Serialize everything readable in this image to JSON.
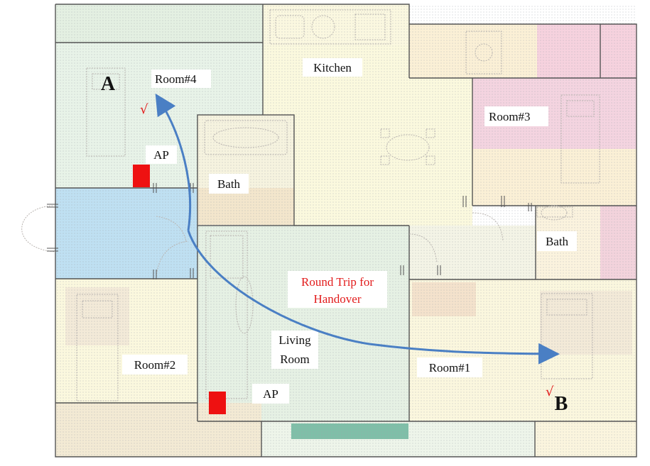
{
  "labels": {
    "kitchen": "Kitchen",
    "room4": "Room#4",
    "room3": "Room#3",
    "room2": "Room#2",
    "room1": "Room#1",
    "bath_top": "Bath",
    "bath_right": "Bath",
    "living_line1": "Living",
    "living_line2": "Room",
    "ap_top": "AP",
    "ap_bottom": "AP",
    "point_a": "A",
    "point_b": "B",
    "trip_line1": "Round Trip for",
    "trip_line2": "Handover",
    "check_a": "√",
    "check_b": "√"
  },
  "colors": {
    "wall": "#555555",
    "route": "#4a7fc4",
    "ap": "#ee1111",
    "text_accent": "#e21b1b"
  }
}
